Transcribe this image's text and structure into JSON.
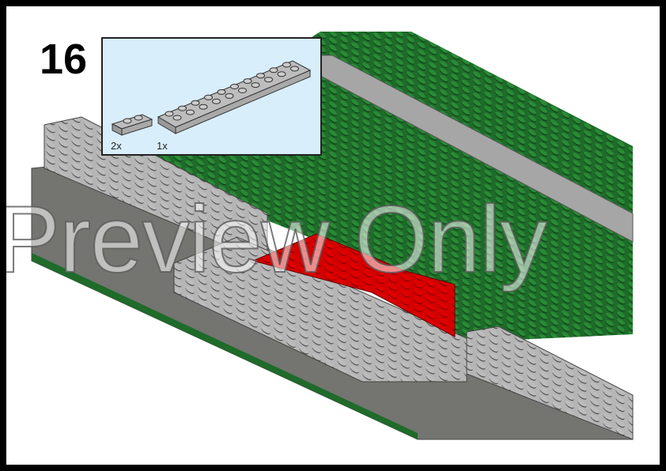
{
  "step_number": "16",
  "parts_list": [
    {
      "part": "plate-1x2",
      "color": "light-bluish-gray",
      "quantity": "2x"
    },
    {
      "part": "plate-2x10",
      "color": "light-bluish-gray",
      "quantity": "1x"
    }
  ],
  "watermark": "Preview Only",
  "colors": {
    "baseplate": "#1e6b2a",
    "brick_gray": "#a8a8a8",
    "road": "#6e6e6a",
    "highlight_red": "#d40000",
    "parts_box_bg": "#d8eefb"
  }
}
